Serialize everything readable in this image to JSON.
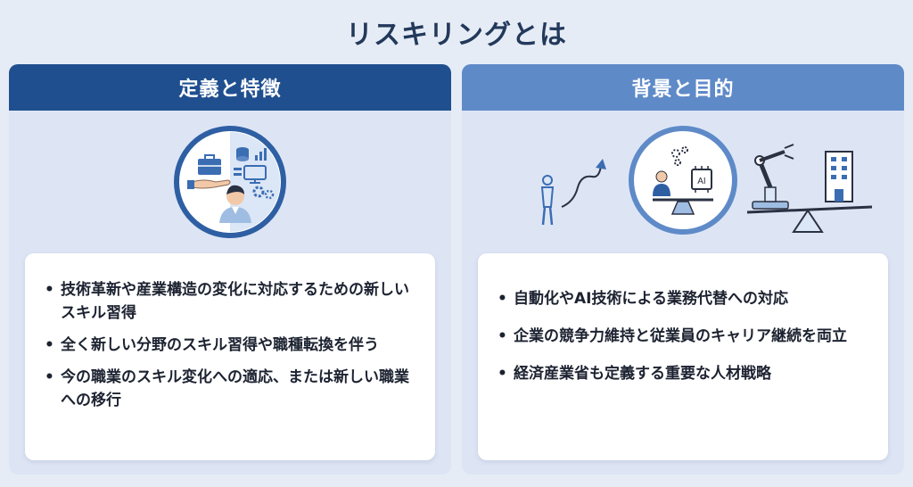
{
  "title": "リスキリングとは",
  "left": {
    "header": "定義と特徴",
    "bullets": [
      "技術革新や産業構造の変化に対応するための新しいスキル習得",
      "全く新しい分野のスキル習得や職種転換を伴う",
      "今の職業のスキル変化への適応、または新しい職業への移行"
    ]
  },
  "right": {
    "header": "背景と目的",
    "bullets": [
      "自動化やAI技術による業務代替への対応",
      "企業の競争力維持と従業員のキャリア継続を両立",
      "経済産業省も定義する重要な人材戦略"
    ],
    "ai_chip_label": "AI"
  },
  "bullet_marker": "•",
  "colors": {
    "left_header": "#1f4f8f",
    "right_header": "#5f8ac8",
    "background": "#e6ecf6",
    "title": "#23395b"
  },
  "icons": {
    "left": [
      "briefcase-icon",
      "hand-icon",
      "database-icon",
      "chart-icon",
      "monitor-icon",
      "gears-icon",
      "person-icon"
    ],
    "right": [
      "walking-person-icon",
      "arrow-path-icon",
      "scale-icon",
      "ai-chip-icon",
      "robot-arm-icon",
      "building-icon"
    ]
  }
}
